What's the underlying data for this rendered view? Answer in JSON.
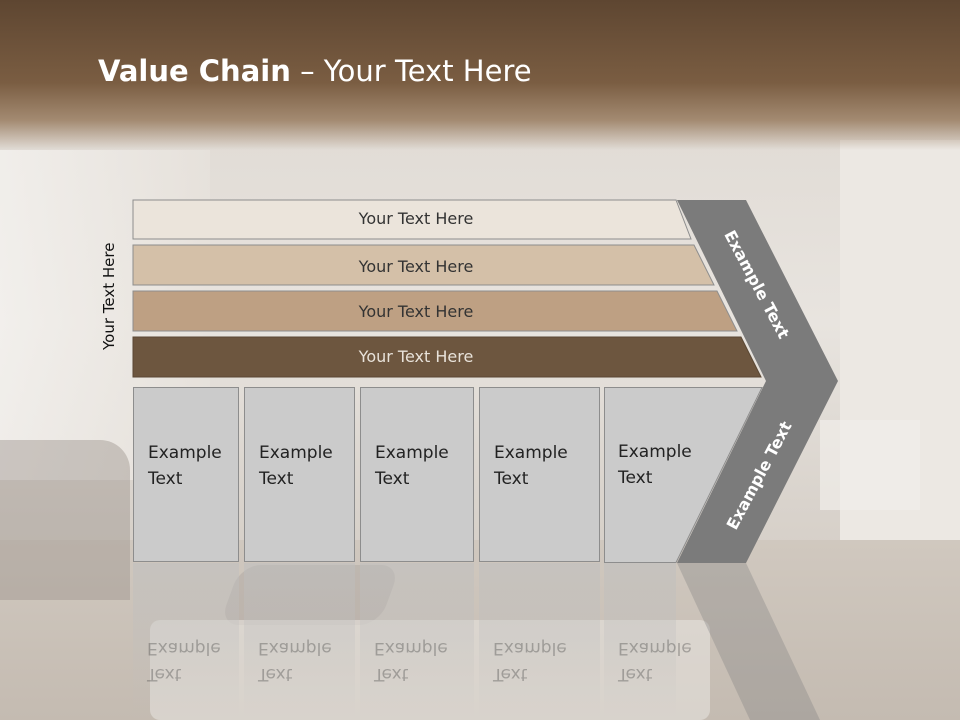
{
  "title": {
    "bold": "Value Chain",
    "rest": " – Your Text Here"
  },
  "side_label": "Your Text Here",
  "bars": [
    {
      "label": "Your Text Here",
      "color": "#ebe4db"
    },
    {
      "label": "Your Text Here",
      "color": "#d4c0a8"
    },
    {
      "label": "Your Text Here",
      "color": "#bea083"
    },
    {
      "label": "Your Text Here",
      "color": "#6d563f"
    }
  ],
  "chevron": {
    "upper_label": "Example Text",
    "lower_label": "Example Text",
    "color": "#7b7b7b"
  },
  "boxes": [
    {
      "line1": "Example",
      "line2": "Text"
    },
    {
      "line1": "Example",
      "line2": "Text"
    },
    {
      "line1": "Example",
      "line2": "Text"
    },
    {
      "line1": "Example",
      "line2": "Text"
    },
    {
      "line1": "Example",
      "line2": "Text"
    }
  ],
  "colors": {
    "header": "#6e543c",
    "box_fill": "#cbcbcb",
    "box_border": "#8d8d8d"
  }
}
